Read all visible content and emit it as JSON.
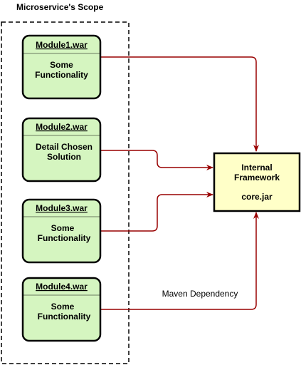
{
  "scope": {
    "title": "Microservice's Scope"
  },
  "modules": [
    {
      "name": "Module1.war",
      "body": [
        "Some",
        "Functionality"
      ]
    },
    {
      "name": "Module2.war",
      "body": [
        "Detail Chosen",
        "Solution"
      ]
    },
    {
      "name": "Module3.war",
      "body": [
        "Some",
        "Functionality"
      ]
    },
    {
      "name": "Module4.war",
      "body": [
        "Some",
        "Functionality"
      ]
    }
  ],
  "framework": {
    "lines": [
      "Internal",
      "Framework",
      "",
      "core.jar"
    ]
  },
  "edge_label": "Maven Dependency",
  "colors": {
    "module_fill": "#d5f5c0",
    "framework_fill": "#ffffc8",
    "arrow": "#990000",
    "stroke": "#000000"
  }
}
